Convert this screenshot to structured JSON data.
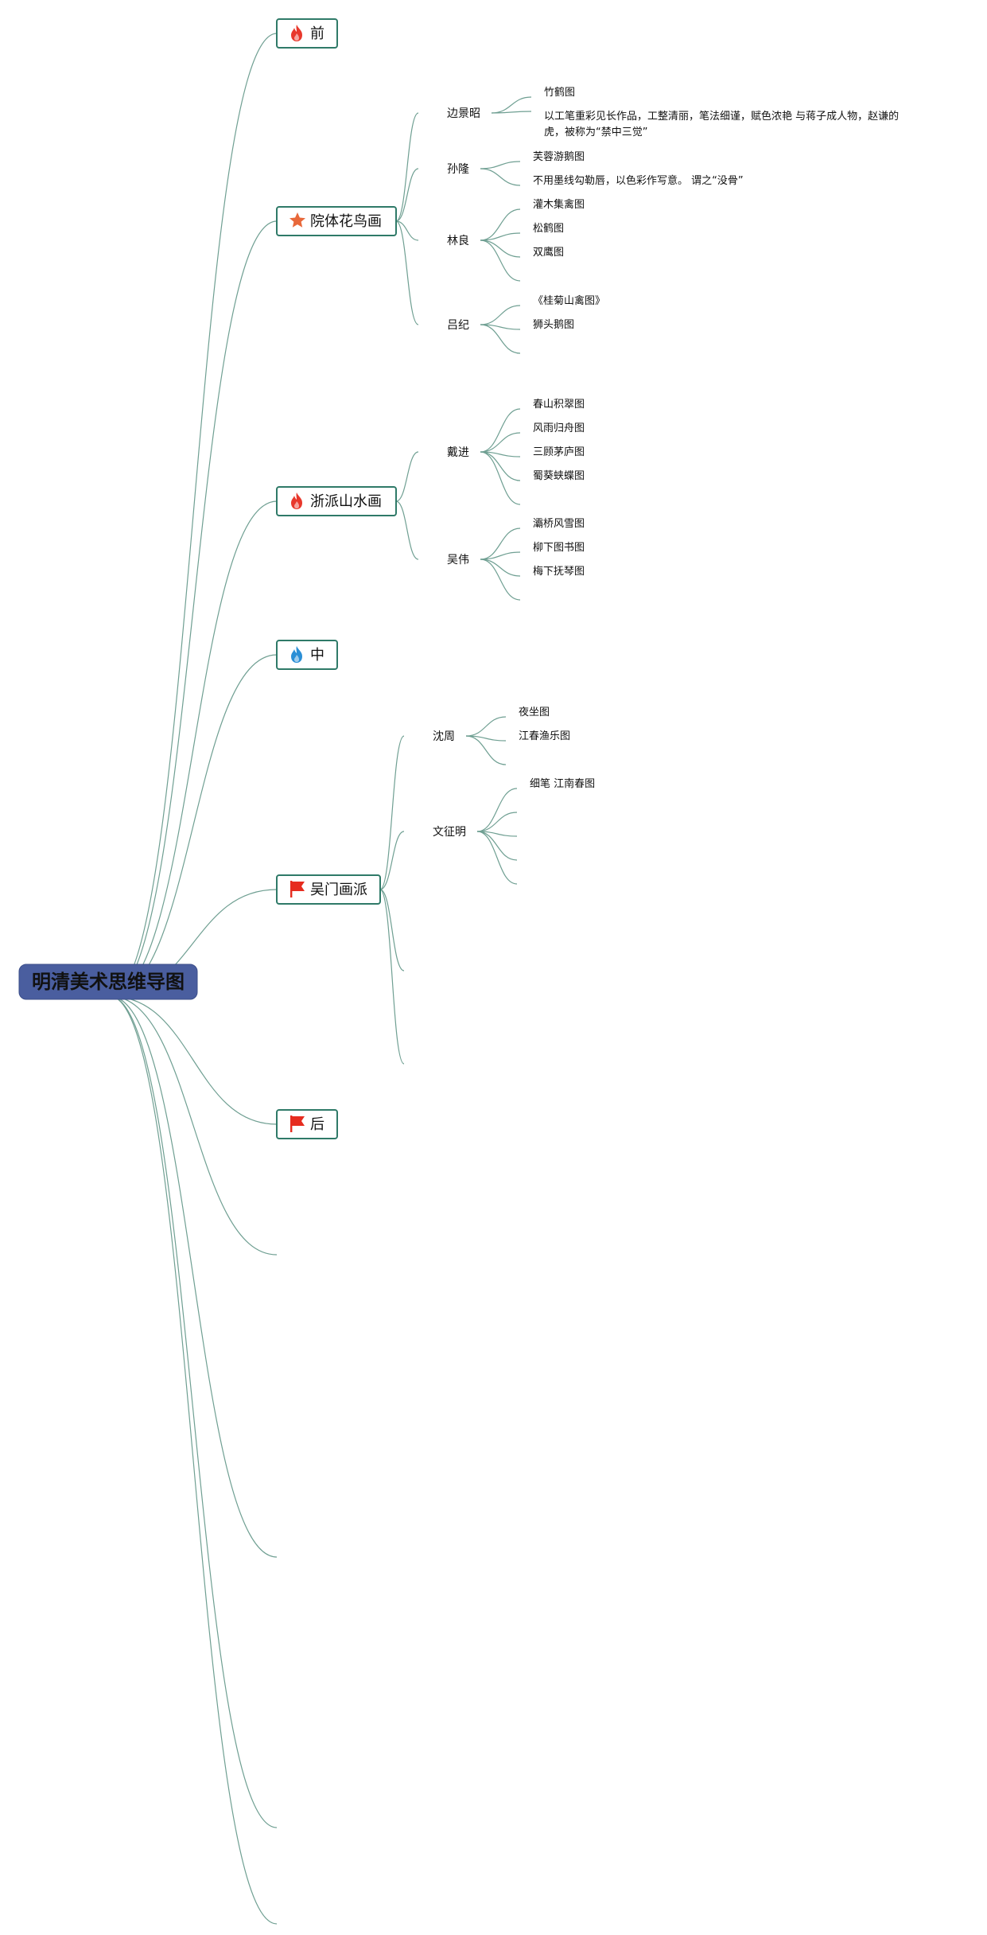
{
  "root": {
    "label": "明清美术思维导图"
  },
  "colors": {
    "edge": "#6f9f92",
    "root_fill": "#4a5e9f",
    "branch_border": "#2f7a68",
    "fire_red": "#e8382c",
    "fire_blue": "#2a8fd6",
    "star": "#e8683a",
    "flag": "#e62c1f"
  },
  "branches": [
    {
      "label": "前",
      "icon": "fire-red-icon",
      "children": []
    },
    {
      "label": "院体花鸟画",
      "icon": "star-icon",
      "children": [
        {
          "label": "边景昭",
          "children": [
            {
              "lines": [
                "竹鹤图"
              ]
            },
            {
              "lines": [
                "以工笔重彩见长作品，工整清丽，笔法细谨，赋色浓艳 与蒋子成人物，赵谦的",
                "虎，被称为“禁中三觉”"
              ]
            }
          ]
        },
        {
          "label": "孙隆",
          "children": [
            {
              "lines": [
                "芙蓉游鹅图"
              ]
            },
            {
              "lines": [
                "不用墨线勾勒唇，以色彩作写意。 谓之“没骨”"
              ]
            }
          ]
        },
        {
          "label": "林良",
          "children": [
            {
              "lines": [
                "灌木集禽图"
              ]
            },
            {
              "lines": [
                "松鹤图"
              ]
            },
            {
              "lines": [
                "双鹰图"
              ]
            },
            {
              "lines": []
            }
          ]
        },
        {
          "label": "吕纪",
          "children": [
            {
              "lines": [
                "《桂菊山禽图》"
              ]
            },
            {
              "lines": [
                "狮头鹅图"
              ]
            },
            {
              "lines": []
            }
          ]
        }
      ]
    },
    {
      "label": "浙派山水画",
      "icon": "fire-red-icon",
      "children": [
        {
          "label": "戴进",
          "children": [
            {
              "lines": [
                "春山积翠图"
              ]
            },
            {
              "lines": [
                "风雨归舟图"
              ]
            },
            {
              "lines": [
                "三顾茅庐图"
              ]
            },
            {
              "lines": [
                "蜀葵蛱蝶图"
              ]
            },
            {
              "lines": []
            }
          ]
        },
        {
          "label": "吴伟",
          "children": [
            {
              "lines": [
                "灞桥风雪图"
              ]
            },
            {
              "lines": [
                "柳下图书图"
              ]
            },
            {
              "lines": [
                "梅下抚琴图"
              ]
            },
            {
              "lines": []
            }
          ]
        }
      ]
    },
    {
      "label": "中",
      "icon": "fire-blue-icon",
      "children": []
    },
    {
      "label": "吴门画派",
      "icon": "flag-icon",
      "children": [
        {
          "label": "沈周",
          "children": [
            {
              "lines": [
                "夜坐图"
              ]
            },
            {
              "lines": [
                "江春渔乐图"
              ]
            },
            {
              "lines": []
            }
          ]
        },
        {
          "label": "文征明",
          "children": [
            {
              "lines": [
                "细笔 江南春图"
              ]
            },
            {
              "lines": []
            },
            {
              "lines": []
            },
            {
              "lines": []
            },
            {
              "lines": []
            }
          ]
        },
        {
          "label": "",
          "children": []
        },
        {
          "label": "",
          "children": []
        }
      ]
    },
    {
      "label": "后",
      "icon": "flag-icon",
      "children": []
    },
    {
      "label": "",
      "icon": "",
      "children": []
    },
    {
      "label": "",
      "icon": "",
      "children": []
    },
    {
      "label": "",
      "icon": "",
      "children": []
    },
    {
      "label": "",
      "icon": "",
      "children": []
    }
  ]
}
